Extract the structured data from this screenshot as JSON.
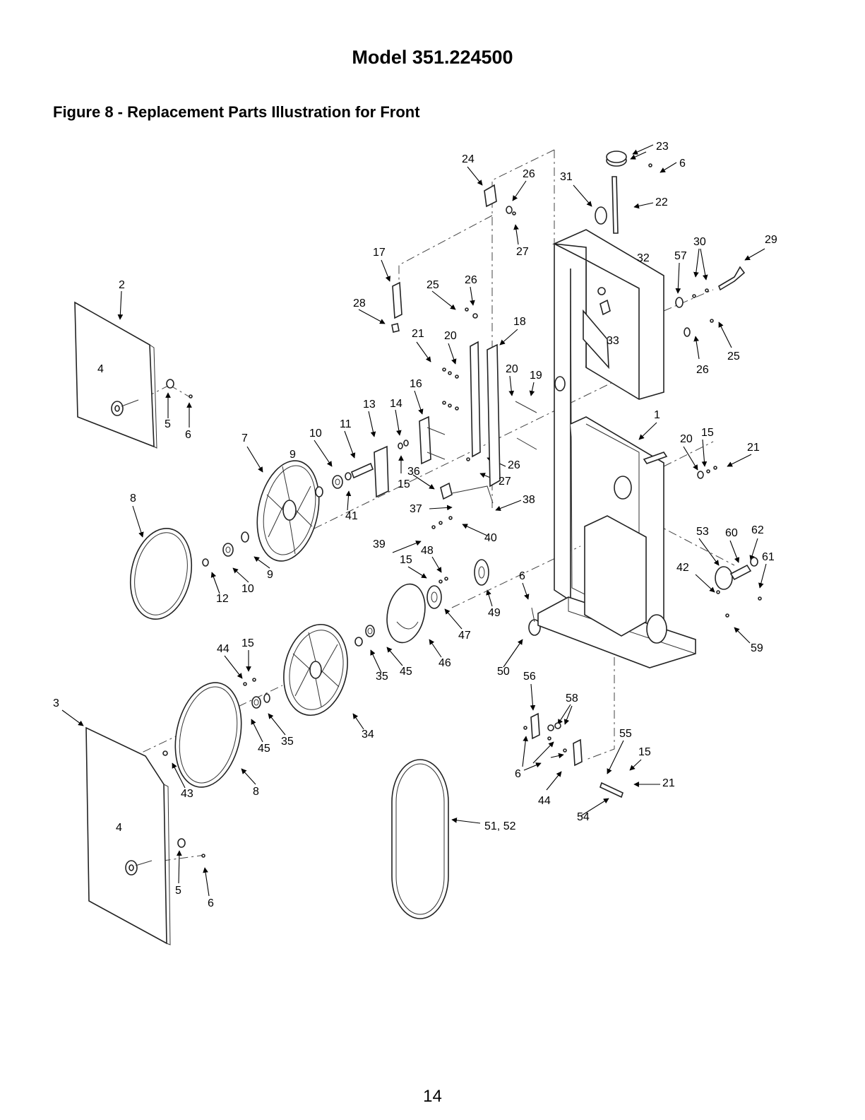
{
  "header": {
    "model": "Model 351.224500",
    "figure_title": "Figure 8 - Replacement Parts Illustration for Front"
  },
  "footer": {
    "page_number": "14"
  },
  "callouts": [
    {
      "id": "c1",
      "text": "1"
    },
    {
      "id": "c2",
      "text": "2"
    },
    {
      "id": "c3",
      "text": "3"
    },
    {
      "id": "c4a",
      "text": "4"
    },
    {
      "id": "c4b",
      "text": "4"
    },
    {
      "id": "c5a",
      "text": "5"
    },
    {
      "id": "c5b",
      "text": "5"
    },
    {
      "id": "c6a",
      "text": "6"
    },
    {
      "id": "c6b",
      "text": "6"
    },
    {
      "id": "c6c",
      "text": "6"
    },
    {
      "id": "c6d",
      "text": "6"
    },
    {
      "id": "c6e",
      "text": "6"
    },
    {
      "id": "c7",
      "text": "7"
    },
    {
      "id": "c8a",
      "text": "8"
    },
    {
      "id": "c8b",
      "text": "8"
    },
    {
      "id": "c9a",
      "text": "9"
    },
    {
      "id": "c9b",
      "text": "9"
    },
    {
      "id": "c10a",
      "text": "10"
    },
    {
      "id": "c10b",
      "text": "10"
    },
    {
      "id": "c11",
      "text": "11"
    },
    {
      "id": "c12",
      "text": "12"
    },
    {
      "id": "c13",
      "text": "13"
    },
    {
      "id": "c14",
      "text": "14"
    },
    {
      "id": "c15a",
      "text": "15"
    },
    {
      "id": "c15b",
      "text": "15"
    },
    {
      "id": "c15c",
      "text": "15"
    },
    {
      "id": "c15d",
      "text": "15"
    },
    {
      "id": "c15e",
      "text": "15"
    },
    {
      "id": "c16",
      "text": "16"
    },
    {
      "id": "c17",
      "text": "17"
    },
    {
      "id": "c18",
      "text": "18"
    },
    {
      "id": "c19",
      "text": "19"
    },
    {
      "id": "c20a",
      "text": "20"
    },
    {
      "id": "c20b",
      "text": "20"
    },
    {
      "id": "c20c",
      "text": "20"
    },
    {
      "id": "c21a",
      "text": "21"
    },
    {
      "id": "c21b",
      "text": "21"
    },
    {
      "id": "c21c",
      "text": "21"
    },
    {
      "id": "c22",
      "text": "22"
    },
    {
      "id": "c23",
      "text": "23"
    },
    {
      "id": "c24",
      "text": "24"
    },
    {
      "id": "c25a",
      "text": "25"
    },
    {
      "id": "c25b",
      "text": "25"
    },
    {
      "id": "c26a",
      "text": "26"
    },
    {
      "id": "c26b",
      "text": "26"
    },
    {
      "id": "c26c",
      "text": "26"
    },
    {
      "id": "c26d",
      "text": "26"
    },
    {
      "id": "c27a",
      "text": "27"
    },
    {
      "id": "c27b",
      "text": "27"
    },
    {
      "id": "c28",
      "text": "28"
    },
    {
      "id": "c29",
      "text": "29"
    },
    {
      "id": "c30",
      "text": "30"
    },
    {
      "id": "c31",
      "text": "31"
    },
    {
      "id": "c32",
      "text": "32"
    },
    {
      "id": "c33",
      "text": "33"
    },
    {
      "id": "c34",
      "text": "34"
    },
    {
      "id": "c35a",
      "text": "35"
    },
    {
      "id": "c35b",
      "text": "35"
    },
    {
      "id": "c36",
      "text": "36"
    },
    {
      "id": "c37",
      "text": "37"
    },
    {
      "id": "c38",
      "text": "38"
    },
    {
      "id": "c39",
      "text": "39"
    },
    {
      "id": "c40",
      "text": "40"
    },
    {
      "id": "c41",
      "text": "41"
    },
    {
      "id": "c42",
      "text": "42"
    },
    {
      "id": "c43",
      "text": "43"
    },
    {
      "id": "c44a",
      "text": "44"
    },
    {
      "id": "c44b",
      "text": "44"
    },
    {
      "id": "c45a",
      "text": "45"
    },
    {
      "id": "c45b",
      "text": "45"
    },
    {
      "id": "c46",
      "text": "46"
    },
    {
      "id": "c47",
      "text": "47"
    },
    {
      "id": "c48",
      "text": "48"
    },
    {
      "id": "c49",
      "text": "49"
    },
    {
      "id": "c50",
      "text": "50"
    },
    {
      "id": "c5152",
      "text": "51, 52"
    },
    {
      "id": "c53",
      "text": "53"
    },
    {
      "id": "c54",
      "text": "54"
    },
    {
      "id": "c55",
      "text": "55"
    },
    {
      "id": "c56",
      "text": "56"
    },
    {
      "id": "c57",
      "text": "57"
    },
    {
      "id": "c58",
      "text": "58"
    },
    {
      "id": "c59",
      "text": "59"
    },
    {
      "id": "c60",
      "text": "60"
    },
    {
      "id": "c61",
      "text": "61"
    },
    {
      "id": "c62",
      "text": "62"
    }
  ]
}
